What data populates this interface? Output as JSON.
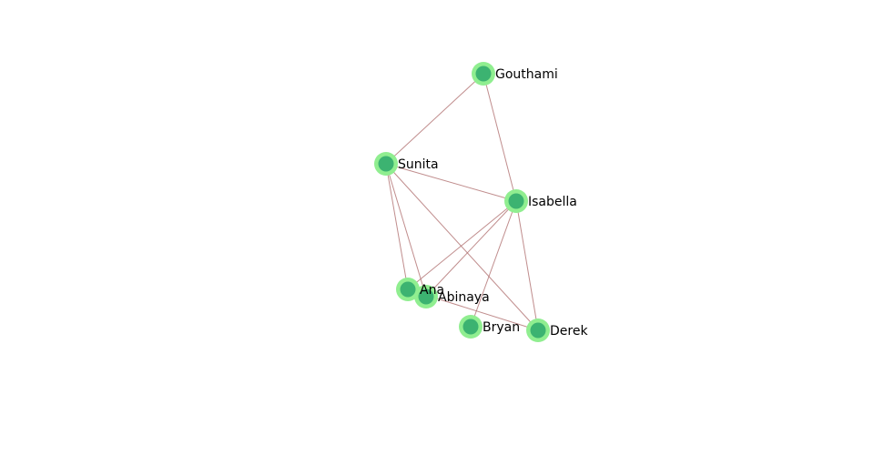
{
  "graph": {
    "colors": {
      "edge": "#b07070",
      "node_outer": "#90ee90",
      "node_inner": "#3cb371"
    },
    "nodes": [
      {
        "id": "Gouthami",
        "label": "Gouthami"
      },
      {
        "id": "Sunita",
        "label": "Sunita"
      },
      {
        "id": "Isabella",
        "label": "Isabella"
      },
      {
        "id": "Ana",
        "label": "Ana"
      },
      {
        "id": "Abinaya",
        "label": "Abinaya"
      },
      {
        "id": "Bryan",
        "label": "Bryan"
      },
      {
        "id": "Derek",
        "label": "Derek"
      }
    ],
    "edges": [
      [
        "Gouthami",
        "Sunita"
      ],
      [
        "Gouthami",
        "Isabella"
      ],
      [
        "Sunita",
        "Isabella"
      ],
      [
        "Sunita",
        "Ana"
      ],
      [
        "Sunita",
        "Abinaya"
      ],
      [
        "Sunita",
        "Derek"
      ],
      [
        "Isabella",
        "Ana"
      ],
      [
        "Isabella",
        "Abinaya"
      ],
      [
        "Isabella",
        "Bryan"
      ],
      [
        "Isabella",
        "Derek"
      ],
      [
        "Ana",
        "Derek"
      ]
    ]
  }
}
